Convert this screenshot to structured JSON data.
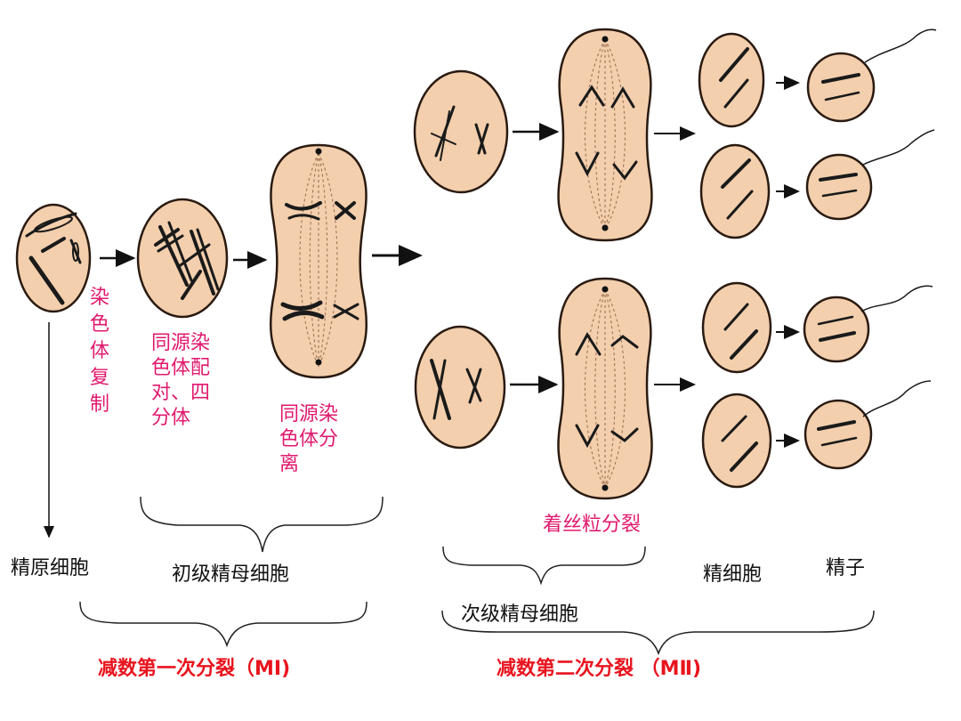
{
  "colors": {
    "cell_fill": "#f3cfad",
    "cell_stroke": "#2a1a10",
    "chromosome": "#1a1a1a",
    "pink_text": "#e0196e",
    "red_text": "#e8141e"
  },
  "annotations": {
    "replication": "染色体复制",
    "synapsis": "同源染色体配对、四分体",
    "separation": "同源染色体分离",
    "centromere_split": "着丝粒分裂"
  },
  "cell_labels": {
    "spermatogonium": "精原细胞",
    "primary_spermatocyte": "初级精母细胞",
    "secondary_spermatocyte": "次级精母细胞",
    "spermatid": "精细胞",
    "sperm": "精子"
  },
  "phases": {
    "meiosis_1": "减数第一次分裂（MⅠ)",
    "meiosis_2": "减数第二次分裂 （MⅡ)"
  }
}
